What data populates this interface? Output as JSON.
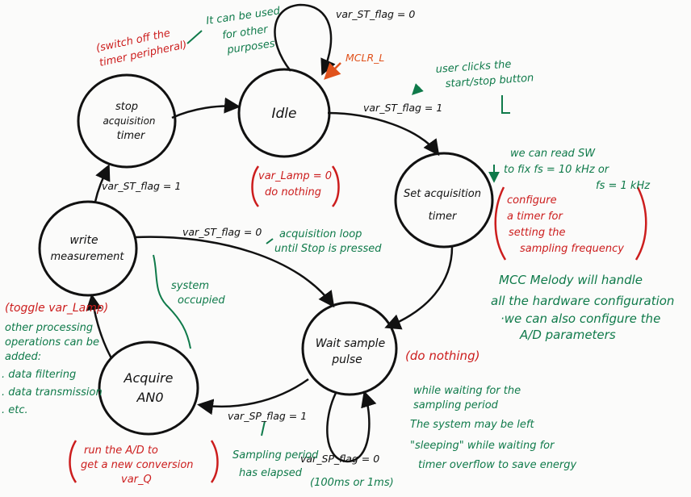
{
  "states": {
    "idle": "Idle",
    "stop_timer": [
      "stop",
      "acquisition",
      "timer"
    ],
    "set_timer": [
      "Set acquisition",
      "timer"
    ],
    "write": [
      "write",
      "measurement"
    ],
    "wait": [
      "Wait sample",
      "pulse"
    ],
    "acquire": [
      "Acquire",
      "AN0"
    ]
  },
  "transitions": {
    "idle_self": "var_ST_flag = 0",
    "mclr": "MCLR_L",
    "idle_to_set": "var_ST_flag = 1",
    "stop_to_idle": "var_ST_flag = 1",
    "write_to_wait": "var_ST_flag = 0",
    "wait_to_acquire": "var_SP_flag = 1",
    "wait_self": "var_SP_flag = 0"
  },
  "notes": {
    "switch_off": [
      "(switch off the",
      "timer peripheral)"
    ],
    "other_purposes": [
      "It can be used",
      "for other",
      "purposes"
    ],
    "user_clicks": [
      "user clicks the",
      "start/stop button"
    ],
    "idle_action": [
      "var_Lamp = 0",
      "do nothing"
    ],
    "read_sw": [
      "we can read SW",
      "to fix  fs = 10 kHz  or",
      "fs = 1 kHz"
    ],
    "configure": [
      "configure",
      "a timer for",
      "setting the",
      "sampling frequency"
    ],
    "mcc": [
      "MCC Melody will handle",
      "all the hardware configuration",
      "·we can also configure the",
      "A/D parameters"
    ],
    "acq_loop": [
      "acquisition loop",
      "until Stop is pressed"
    ],
    "system_occupied": [
      "system",
      "occupied"
    ],
    "toggle": "(toggle var_Lamp)",
    "other_processing": [
      "other processing",
      "operations can be",
      "added:",
      ". data filtering",
      ". data transmission",
      ". etc."
    ],
    "do_nothing": "(do nothing)",
    "waiting": [
      "while waiting for the",
      "sampling period",
      "The system may be left",
      "\"sleeping\" while waiting for",
      "timer overflow to save energy"
    ],
    "run_ad": [
      "run the A/D to",
      "get a new conversion",
      "var_Q"
    ],
    "sampling_elapsed": [
      "Sampling period",
      "has elapsed",
      "(100ms or 1ms)"
    ]
  }
}
